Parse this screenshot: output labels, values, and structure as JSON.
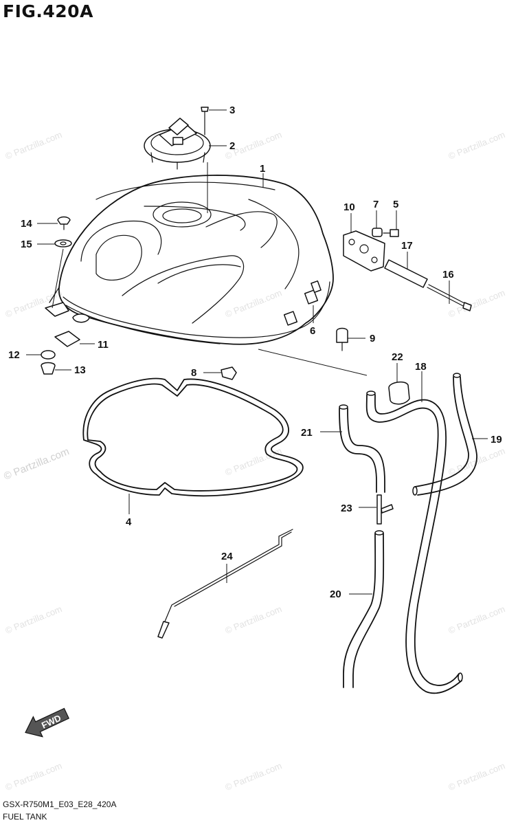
{
  "figure": {
    "title": "FIG.420A"
  },
  "callouts": [
    {
      "id": "c1",
      "text": "1"
    },
    {
      "id": "c2",
      "text": "2"
    },
    {
      "id": "c3",
      "text": "3"
    },
    {
      "id": "c4",
      "text": "4"
    },
    {
      "id": "c5",
      "text": "5"
    },
    {
      "id": "c6",
      "text": "6"
    },
    {
      "id": "c7",
      "text": "7"
    },
    {
      "id": "c8",
      "text": "8"
    },
    {
      "id": "c9",
      "text": "9"
    },
    {
      "id": "c10",
      "text": "10"
    },
    {
      "id": "c11",
      "text": "11"
    },
    {
      "id": "c12",
      "text": "12"
    },
    {
      "id": "c13",
      "text": "13"
    },
    {
      "id": "c14",
      "text": "14"
    },
    {
      "id": "c15",
      "text": "15"
    },
    {
      "id": "c16",
      "text": "16"
    },
    {
      "id": "c17",
      "text": "17"
    },
    {
      "id": "c18",
      "text": "18"
    },
    {
      "id": "c19",
      "text": "19"
    },
    {
      "id": "c20",
      "text": "20"
    },
    {
      "id": "c21",
      "text": "21"
    },
    {
      "id": "c22",
      "text": "22"
    },
    {
      "id": "c23",
      "text": "23"
    },
    {
      "id": "c24",
      "text": "24"
    }
  ],
  "fwd_arrow": {
    "label": "FWD"
  },
  "watermark": {
    "text": "© Partzilla.com"
  },
  "footer": {
    "code": "GSX-R750M1_E03_E28_420A",
    "name": "FUEL TANK"
  }
}
